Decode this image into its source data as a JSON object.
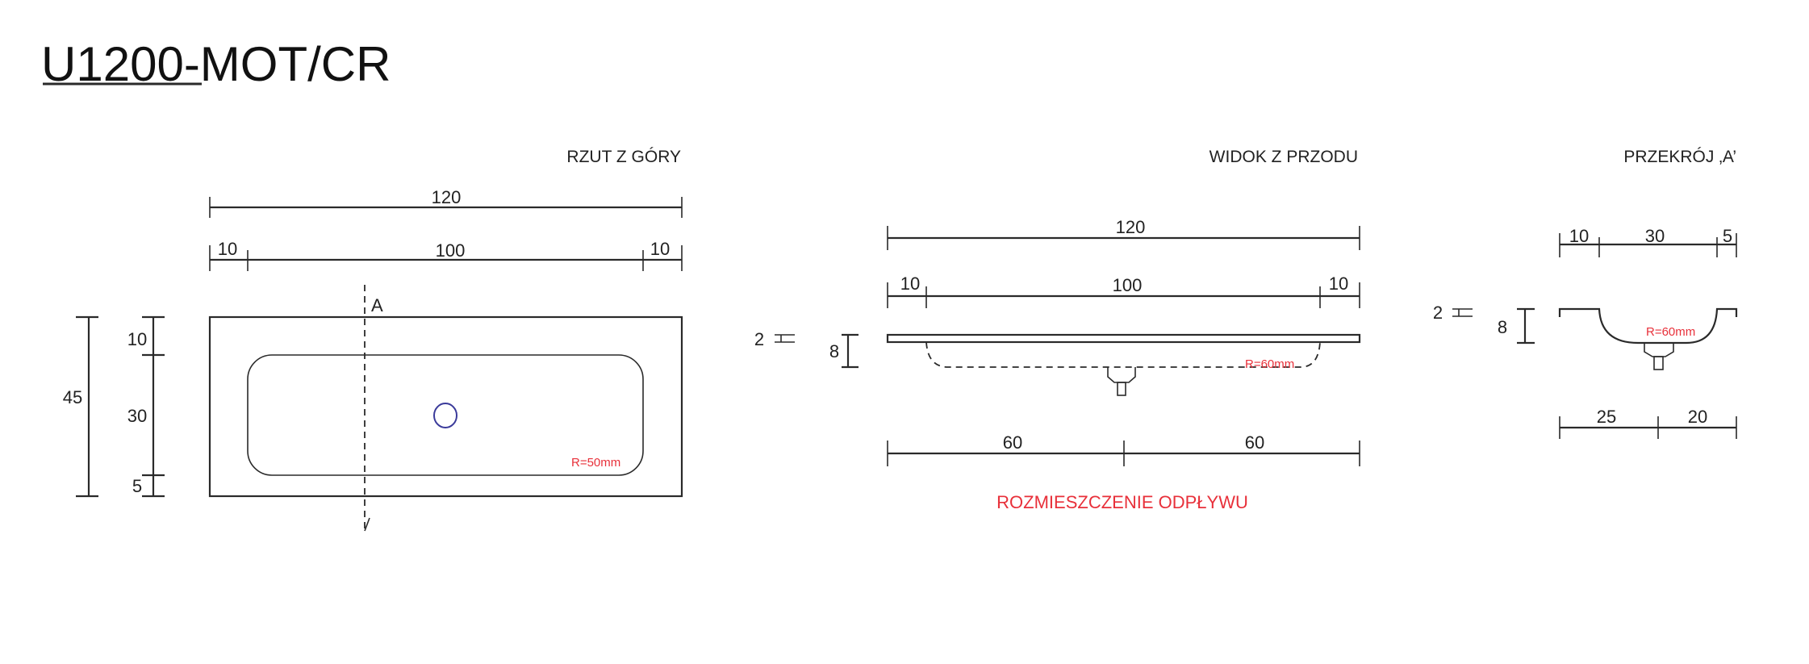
{
  "title": {
    "model_underlined": "U1200",
    "suffix": "-MOT/CR"
  },
  "colors": {
    "line": "#2a2a2a",
    "accent_red": "#e8303a",
    "drain_blue": "#3a3a9a"
  },
  "top_view": {
    "heading": "RZUT Z GÓRY",
    "width_total": "120",
    "width_parts": [
      "10",
      "100",
      "10"
    ],
    "depth_total": "45",
    "depth_parts": [
      "10",
      "30",
      "5"
    ],
    "section_marker": "A",
    "radius_note": "R=50mm"
  },
  "front_view": {
    "heading": "WIDOK Z PRZODU",
    "width_total": "120",
    "width_parts": [
      "10",
      "100",
      "10"
    ],
    "thickness": "2",
    "depth": "8",
    "radius_note": "R=60mm",
    "drain_positions": [
      "60",
      "60"
    ],
    "drain_caption": "ROZMIESZCZENIE ODPŁYWU"
  },
  "section_view": {
    "heading": "PRZEKRÓJ ‚A’",
    "width_parts": [
      "10",
      "30",
      "5"
    ],
    "thickness": "2",
    "depth": "8",
    "radius_note": "R=60mm",
    "drain_positions": [
      "25",
      "20"
    ]
  }
}
